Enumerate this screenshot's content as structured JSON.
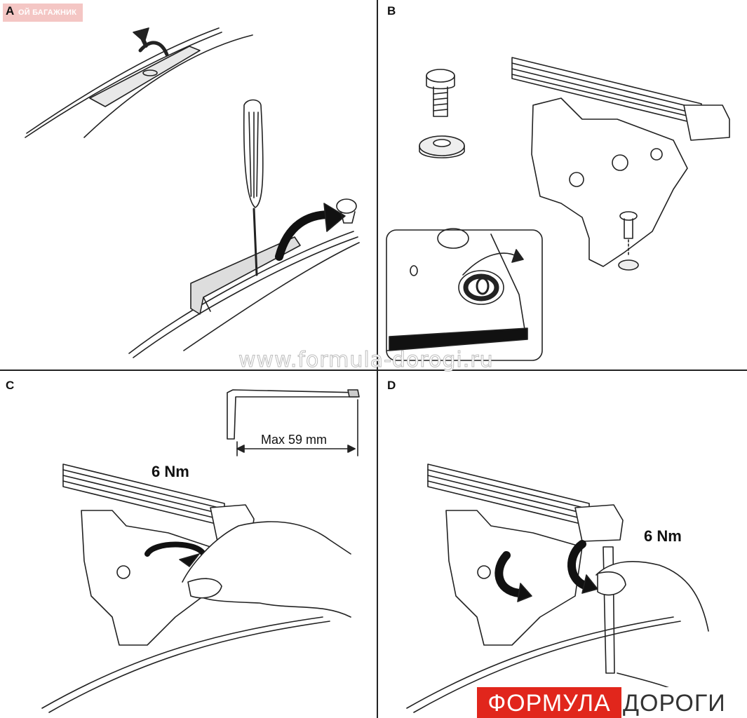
{
  "panels": {
    "a": "A",
    "b": "B",
    "c": "C",
    "d": "D"
  },
  "badge_text": "ОЙ БАГАЖНИК",
  "watermark": "www.formula-dorogi.ru",
  "annotations": {
    "max_length": "Max 59 mm",
    "torque_c": "6 Nm",
    "torque_d": "6 Nm"
  },
  "logo": {
    "part1": "ФОРМУЛА",
    "part2": "ДОРОГИ",
    "accent_color": "#e1261c"
  }
}
